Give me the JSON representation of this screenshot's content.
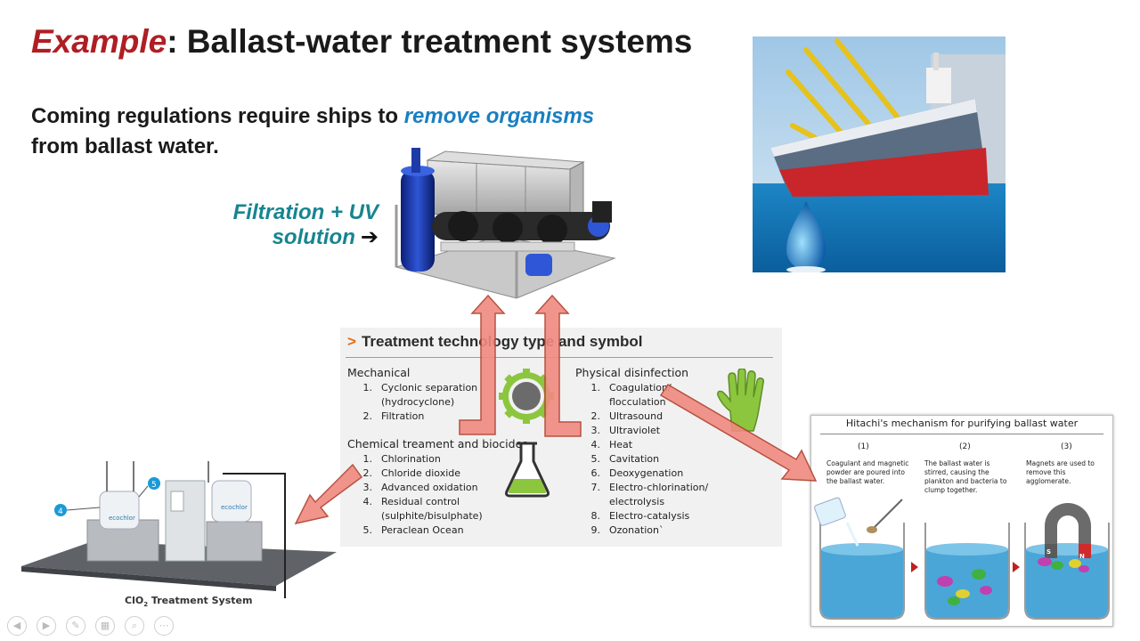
{
  "title": {
    "emph": "Example",
    "rest": ": Ballast-water treatment systems"
  },
  "subtitle": {
    "line1_a": "Coming regulations require ships to ",
    "line1_hl": "remove organisms",
    "line2": "from ballast water."
  },
  "filtration": {
    "line1": "Filtration + UV",
    "line2": "solution",
    "arrow": "➔"
  },
  "panel": {
    "header": "Treatment technology type and symbol",
    "header_marker": ">",
    "mechanical": {
      "heading": "Mechanical",
      "items": [
        {
          "n": "1.",
          "t": "Cyclonic separation"
        },
        {
          "n": "",
          "t": "(hydrocyclone)"
        },
        {
          "n": "2.",
          "t": "Filtration"
        }
      ]
    },
    "chemical": {
      "heading": "Chemical treament and biocides",
      "items": [
        {
          "n": "1.",
          "t": "Chlorination"
        },
        {
          "n": "2.",
          "t": "Chloride dioxide"
        },
        {
          "n": "3.",
          "t": "Advanced oxidation"
        },
        {
          "n": "4.",
          "t": "Residual control"
        },
        {
          "n": "",
          "t": "(sulphite/bisulphate)"
        },
        {
          "n": "5.",
          "t": "Peraclean Ocean"
        }
      ]
    },
    "physical": {
      "heading": "Physical disinfection",
      "items": [
        {
          "n": "1.",
          "t": "Coagulation/"
        },
        {
          "n": "",
          "t": "flocculation"
        },
        {
          "n": "2.",
          "t": "Ultrasound"
        },
        {
          "n": "3.",
          "t": "Ultraviolet"
        },
        {
          "n": "4.",
          "t": "Heat"
        },
        {
          "n": "5.",
          "t": "Cavitation"
        },
        {
          "n": "6.",
          "t": "Deoxygenation"
        },
        {
          "n": "7.",
          "t": "Electro-chlorination/"
        },
        {
          "n": "",
          "t": "electrolysis"
        },
        {
          "n": "8.",
          "t": "Electro-catalysis"
        },
        {
          "n": "9.",
          "t": "Ozonation`"
        }
      ]
    }
  },
  "hitachi": {
    "title": "Hitachi's mechanism for purifying ballast water",
    "steps": [
      {
        "num": "(1)",
        "text": "Coagulant and magnetic powder are poured into the ballast water."
      },
      {
        "num": "(2)",
        "text": "The ballast water is stirred, causing the plankton and bacteria to clump together."
      },
      {
        "num": "(3)",
        "text": "Magnets are used to remove this agglomerate."
      }
    ],
    "magnet_s": "S",
    "magnet_n": "N"
  },
  "clo2": {
    "main": "ClO",
    "sub": "2",
    "rest": " Treatment System"
  },
  "callouts": {
    "four": "4",
    "five": "5"
  },
  "tank_brand": "ecochlor",
  "toolbar": [
    {
      "icon": "prev-icon",
      "glyph": "◀"
    },
    {
      "icon": "next-icon",
      "glyph": "▶"
    },
    {
      "icon": "pen-icon",
      "glyph": "✎"
    },
    {
      "icon": "slides-icon",
      "glyph": "▦"
    },
    {
      "icon": "zoom-icon",
      "glyph": "⌕"
    },
    {
      "icon": "more-icon",
      "glyph": "⋯"
    }
  ],
  "colors": {
    "title_accent": "#b01e23",
    "highlight_blue": "#1a7fc1",
    "teal": "#17858f",
    "orange_marker": "#e06f1b",
    "arrow_salmon": "#f08a80"
  }
}
